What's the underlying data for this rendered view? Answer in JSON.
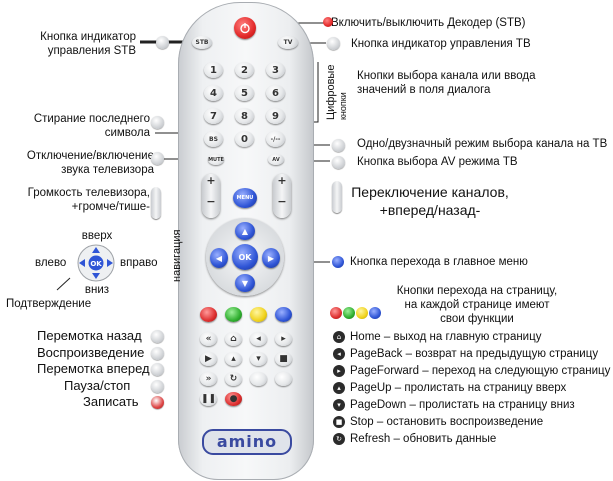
{
  "labels": {
    "stb_indicator": [
      "Кнопка индикатор",
      "управления STB"
    ],
    "power": "Включить/выключить Декодер (STB)",
    "tv_indicator": "Кнопка индикатор управления ТВ",
    "digital_vertical": [
      "Цифровые",
      "кнопки"
    ],
    "channel_select": [
      "Кнопки выбора канала или ввода",
      "значений в поля диалога"
    ],
    "backspace": [
      "Стирание последнего",
      "символа"
    ],
    "single_double": "Одно/двузначный режим выбора канала на ТВ",
    "mute": [
      "Отключение/включение",
      "звука телевизора"
    ],
    "av_mode": "Кнопка выбора AV режима ТВ",
    "volume": [
      "Громкость телевизора,",
      "+громче/тише-"
    ],
    "channel_switch": [
      "Переключение каналов,",
      "+вперед/назад-"
    ],
    "nav_up": "вверх",
    "nav_left": "влево",
    "nav_right": "вправо",
    "nav_down": "вниз",
    "navigation_vertical": "навигация",
    "confirm": "Подтверждение",
    "main_menu": "Кнопка перехода в главное меню",
    "page_buttons": [
      "Кнопки перехода на страницу,",
      "на каждой странице имеют",
      "свои функции"
    ],
    "rewind": "Перемотка назад",
    "play": "Воспроизведение",
    "forward": "Перемотка вперед",
    "pause": "Пауза/стоп",
    "record": "Записать",
    "functions": [
      "Home – выход на главную страницу",
      "PageBack – возврат на предыдущую страницу",
      "PageForward – переход на следующую страницу",
      "PageUp – пролистать на страницу вверх",
      "PageDown – пролистать на страницу вниз",
      "Stop – остановить воспроизведение",
      "Refresh – обновить данные"
    ]
  },
  "remote": {
    "brand": "amino",
    "top_keys": [
      "STB",
      "TV"
    ],
    "digits": [
      "1",
      "2",
      "3",
      "4",
      "5",
      "6",
      "7",
      "8",
      "9",
      "0"
    ],
    "small_keys": [
      "BS",
      "-/--",
      "MUTE",
      "AV"
    ],
    "rocker_plus": "+",
    "rocker_minus": "−",
    "menu": "MENU",
    "ok": "OK",
    "arrows": [
      "▲",
      "▼",
      "◀",
      "▶"
    ]
  },
  "colors": {
    "power": "#e32a2a",
    "blue": "#2f55d6",
    "green": "#2fae2f",
    "yellow": "#f0d21c",
    "red": "#dd2f2f",
    "logo": "#3a4aa0"
  }
}
